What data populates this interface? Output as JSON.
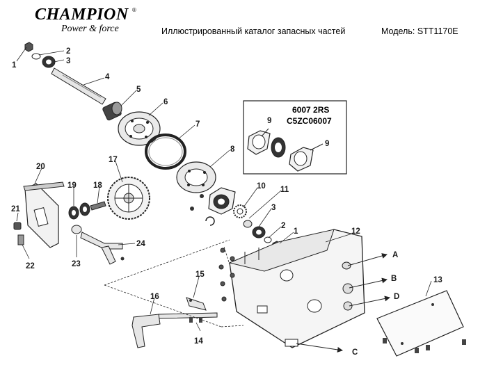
{
  "header": {
    "brand": "CHAMPION",
    "brand_mark": "®",
    "tagline": "Power & force",
    "catalog_title": "Иллюстрированный каталог запасных частей",
    "model_label": "Модель: STT1170E"
  },
  "inset": {
    "bearing_line1": "6007 2RS",
    "bearing_line2": "C5ZC06007"
  },
  "callouts": {
    "c1a": "1",
    "c2a": "2",
    "c3a": "3",
    "c4": "4",
    "c5": "5",
    "c6": "6",
    "c7": "7",
    "c8": "8",
    "c9a": "9",
    "c9b": "9",
    "c10": "10",
    "c11": "11",
    "c3b": "3",
    "c2b": "2",
    "c1b": "1",
    "c12": "12",
    "c13": "13",
    "c14": "14",
    "c15": "15",
    "c16": "16",
    "c17": "17",
    "c18": "18",
    "c19": "19",
    "c20": "20",
    "c21": "21",
    "c22": "22",
    "c23": "23",
    "c24": "24",
    "refA": "A",
    "refB": "B",
    "refC": "C",
    "refD": "D"
  },
  "colors": {
    "label_number": "#1a1a1a",
    "line": "#222222",
    "shade": "#9a9a9a"
  }
}
